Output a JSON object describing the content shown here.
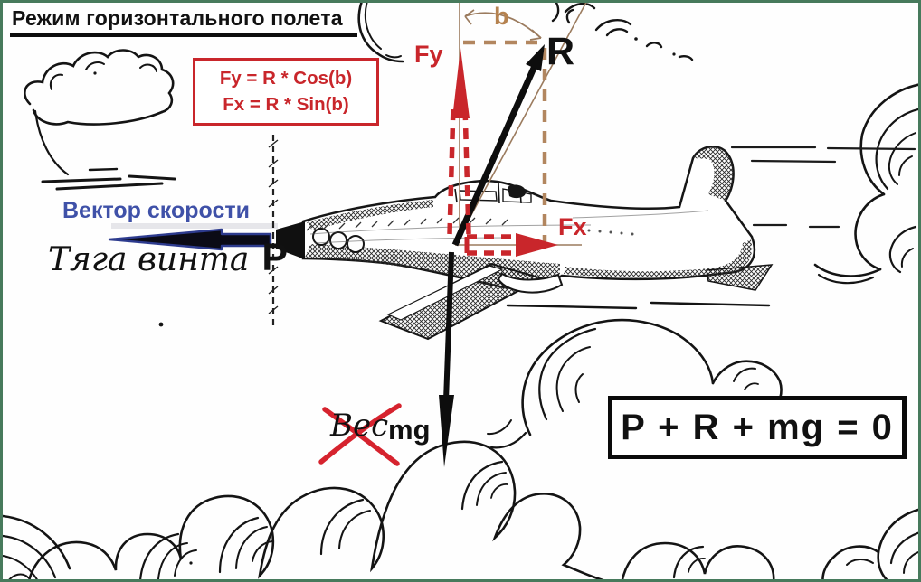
{
  "window": {
    "border_color": "#477a5c",
    "background": "#fefefe"
  },
  "title": {
    "text": "Режим горизонтального полета"
  },
  "formula_box": {
    "lines": [
      "Fy = R * Cos(b)",
      "Fx = R * Sin(b)"
    ],
    "color": "#c9262b"
  },
  "velocity_label": {
    "text": "Вектор скорости",
    "color": "#3f51a8"
  },
  "thrust": {
    "script_text": "Тяга винта",
    "symbol": "P"
  },
  "weight": {
    "crossed_text": "Вес",
    "symbol": "mg"
  },
  "vectors": {
    "resultant_label": "R",
    "vertical_component_label": "Fy",
    "horizontal_component_label": "Fx",
    "angle_label": "b"
  },
  "equation_box": {
    "text": "P + R + mg = 0"
  },
  "colors": {
    "vector_red": "#c9262b",
    "annotation_tan": "#b2865f",
    "thin_brown": "#9b7b5e",
    "blue_text": "#3f51a8",
    "navy_arrow_outline": "#2d3b8e",
    "ink": "#141414"
  }
}
